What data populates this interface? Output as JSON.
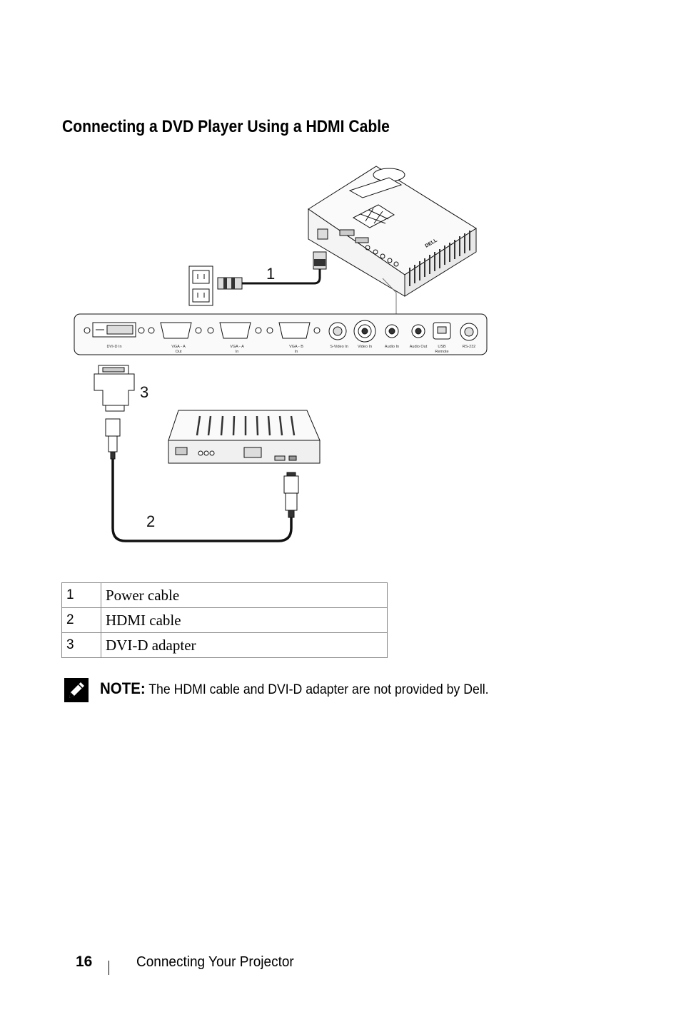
{
  "title": "Connecting a DVD Player Using a HDMI Cable",
  "diagram": {
    "callouts": [
      "1",
      "2",
      "3"
    ],
    "ports": [
      {
        "line1": "DVI-D In",
        "line2": ""
      },
      {
        "line1": "VGA - A",
        "line2": "Out"
      },
      {
        "line1": "VGA - A",
        "line2": "In"
      },
      {
        "line1": "VGA - B",
        "line2": "In"
      },
      {
        "line1": "S-Video In",
        "line2": ""
      },
      {
        "line1": "Video In",
        "line2": ""
      },
      {
        "line1": "Audio In",
        "line2": ""
      },
      {
        "line1": "Audio Out",
        "line2": ""
      },
      {
        "line1": "USB",
        "line2": "Remote"
      },
      {
        "line1": "RS-232",
        "line2": ""
      }
    ]
  },
  "legend": [
    {
      "number": "1",
      "label": "Power cable"
    },
    {
      "number": "2",
      "label": "HDMI cable"
    },
    {
      "number": "3",
      "label": "DVI-D adapter"
    }
  ],
  "note": {
    "label": "NOTE:",
    "text": "The HDMI cable and DVI-D adapter are not provided by Dell.",
    "icon": "pencil-icon"
  },
  "footer": {
    "page_number": "16",
    "section": "Connecting Your Projector"
  }
}
